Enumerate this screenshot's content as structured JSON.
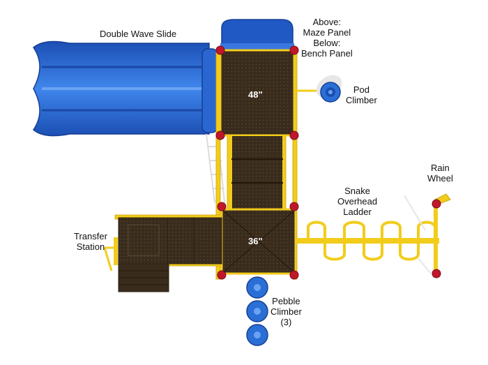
{
  "labels": {
    "slide": "Double Wave Slide",
    "panel_line1": "Above:",
    "panel_line2": "Maze Panel",
    "panel_line3": "Below:",
    "panel_line4": "Bench Panel",
    "pod_line1": "Pod",
    "pod_line2": "Climber",
    "rain_line1": "Rain",
    "rain_line2": "Wheel",
    "snake_line1": "Snake",
    "snake_line2": "Overhead",
    "snake_line3": "Ladder",
    "transfer_line1": "Transfer",
    "transfer_line2": "Station",
    "pebble_line1": "Pebble",
    "pebble_line2": "Climber",
    "pebble_line3": "(3)",
    "deck_upper": "48\"",
    "deck_lower": "36\""
  },
  "colors": {
    "deck": "#3a2c1c",
    "deck_dark": "#2a1f12",
    "frame": "#f2cc1a",
    "slide": "#1f5fc8",
    "slide_light": "#3f82e8",
    "clamp": "#c0182a",
    "climber": "#2a6fd6"
  }
}
